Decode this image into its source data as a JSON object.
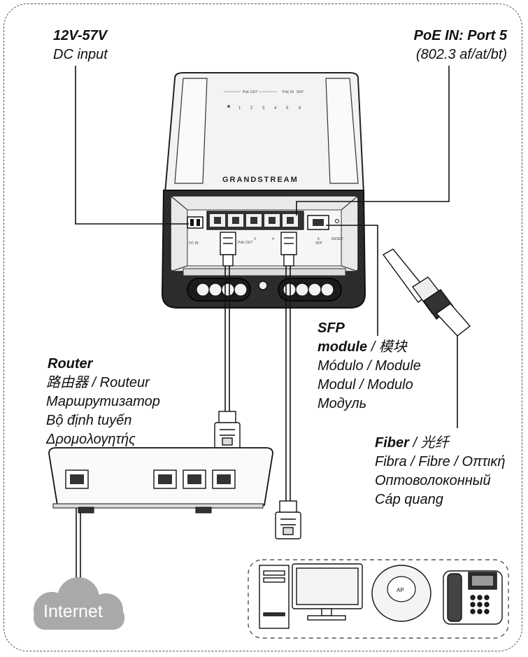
{
  "dc_label": {
    "title": "12V-57V",
    "subtitle": "DC input"
  },
  "poe_label": {
    "title": "PoE IN: Port 5",
    "subtitle": "(802.3 af/at/bt)"
  },
  "sfp_label": {
    "title_part1": "SFP",
    "title_part2": "module",
    "translations_line1": "/ 模块",
    "line3": "Módulo / Module",
    "line4": "Modul / Modulo",
    "line5": "Модуль"
  },
  "router_label": {
    "title": "Router",
    "line2": "路由器 / Routeur",
    "line3": "Маршрутизатор",
    "line4": "Bộ định tuyến",
    "line5": "Δρομολογητής"
  },
  "fiber_label": {
    "title": "Fiber",
    "line1_rest": "/ 光纤",
    "line2": "Fibra / Fibre / Οπτική",
    "line3": "Оптоволоконный",
    "line4": "Cáp quang"
  },
  "device": {
    "brand": "GRANDSTREAM",
    "led_group_poe_out": "PoE OUT",
    "led_group_poe_in": "PoE IN",
    "led_group_sfp": "SFP",
    "led_numbers": [
      "1",
      "2",
      "3",
      "4",
      "5",
      "6"
    ],
    "port_dc_in": "DC IN",
    "port_poe_out": "PoE OUT",
    "port_6": "6",
    "port_sfp": "SFP",
    "port_reset": "RESET",
    "port_3": "3",
    "port_4": "4"
  },
  "internet_label": "Internet",
  "ap_label": "AP"
}
